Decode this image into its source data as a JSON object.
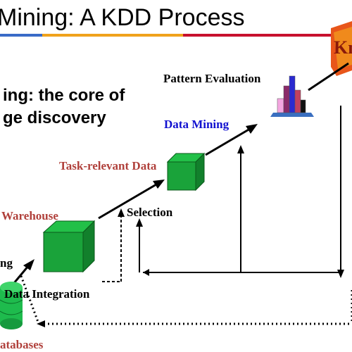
{
  "slide": {
    "title": "Mining: A KDD Process",
    "subtitle_line1": "ing: the core of",
    "subtitle_line2": "ge discovery"
  },
  "labels": {
    "pattern_evaluation": "Pattern Evaluation",
    "data_mining": "Data Mining",
    "task_relevant_data": "Task-relevant Data",
    "selection": "Selection",
    "data_warehouse": "Warehouse",
    "data_cleaning": "ng",
    "data_integration": "Data Integration",
    "databases": "atabases"
  },
  "logo_text": "Kn",
  "colors": {
    "title_rule_blue": "#3a6bc8",
    "title_rule_orange": "#f0a21c",
    "title_rule_red": "#c8102e",
    "red_label": "#b0403b",
    "blue_label": "#1010d0",
    "cube_green": "#1aa33a",
    "cylinder_green": "#1ebb4d"
  }
}
